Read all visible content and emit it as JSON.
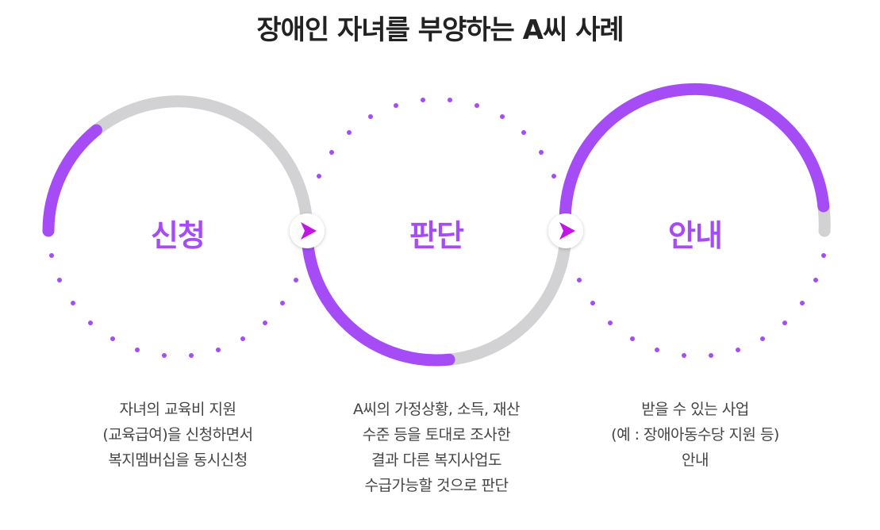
{
  "title": "장애인 자녀를 부양하는 A씨 사례",
  "colors": {
    "accent": "#a64cf6",
    "track": "#d2d2d4",
    "arrow": "#c415e8",
    "text": "#444444",
    "title": "#222222"
  },
  "steps": [
    {
      "label": "신청",
      "description": [
        "자녀의 교육비 지원",
        "(교육급여)을 신청하면서",
        "복지멤버십을 동시신청"
      ]
    },
    {
      "label": "판단",
      "description": [
        "A씨의 가정상황, 소득, 재산",
        "수준 등을 토대로 조사한",
        "결과 다른 복지사업도",
        "수급가능할 것으로 판단"
      ]
    },
    {
      "label": "안내",
      "description": [
        "받을 수 있는 사업",
        "(예 : 장애아동수당 지원 등)",
        "안내"
      ]
    }
  ],
  "icons": {
    "connector": "arrow-right-icon"
  }
}
